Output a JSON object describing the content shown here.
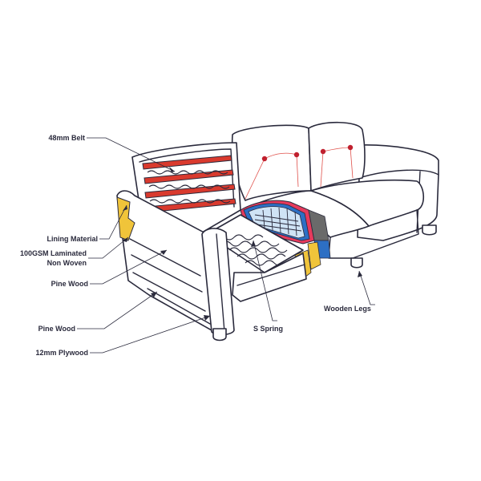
{
  "labels": {
    "belt": "48mm Belt",
    "lining": "Lining Material",
    "nonwoven_1": "100GSM Laminated",
    "nonwoven_2": "Non Woven",
    "pine_1": "Pine Wood",
    "pine_2": "Pine Wood",
    "plywood": "12mm Plywood",
    "spring": "S Spring",
    "legs": "Wooden Legs"
  },
  "colors": {
    "outline": "#2a2a3c",
    "belt_red": "#d93a2e",
    "tuft_red": "#c0202e",
    "foam_pink": "#e63a5c",
    "foam_blue": "#2d6fc4",
    "foam_gray": "#6a6a6a",
    "foam_yellow": "#f0c43a",
    "foam_light_blue": "#cfe3f5"
  }
}
